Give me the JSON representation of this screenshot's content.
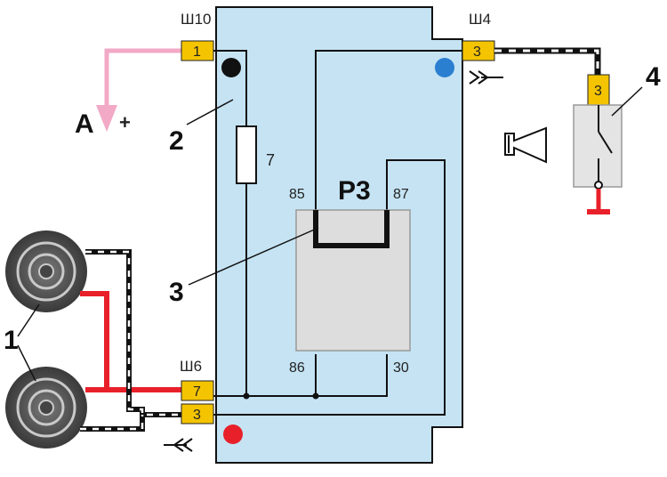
{
  "connectors": {
    "sh10": "Ш10",
    "sh4": "Ш4",
    "sh6": "Ш6",
    "pin_sh10": "1",
    "pin_sh4": "3",
    "pin_sh6_top": "7",
    "pin_sh6_bottom": "3",
    "pin_switch": "3"
  },
  "power": {
    "label": "A",
    "sign": "+"
  },
  "fuse": {
    "number": "7"
  },
  "relay": {
    "name": "P3",
    "pin85": "85",
    "pin87": "87",
    "pin86": "86",
    "pin30": "30"
  },
  "callouts": {
    "horns": "1",
    "block": "2",
    "coil": "3",
    "switch": "4"
  },
  "colors": {
    "block_fill": "#c5e3f3",
    "connector": "#f4c400",
    "pink_wire": "#f2a9c6",
    "red_wire": "#e8202a",
    "ground": "#e8202a",
    "dot_black": "#111111",
    "dot_blue": "#2b7fd1",
    "dot_red": "#e8202a"
  },
  "icons": [
    "horn-icon",
    "ground-icon",
    "connector-arrow-icon",
    "power-arrow-icon"
  ]
}
